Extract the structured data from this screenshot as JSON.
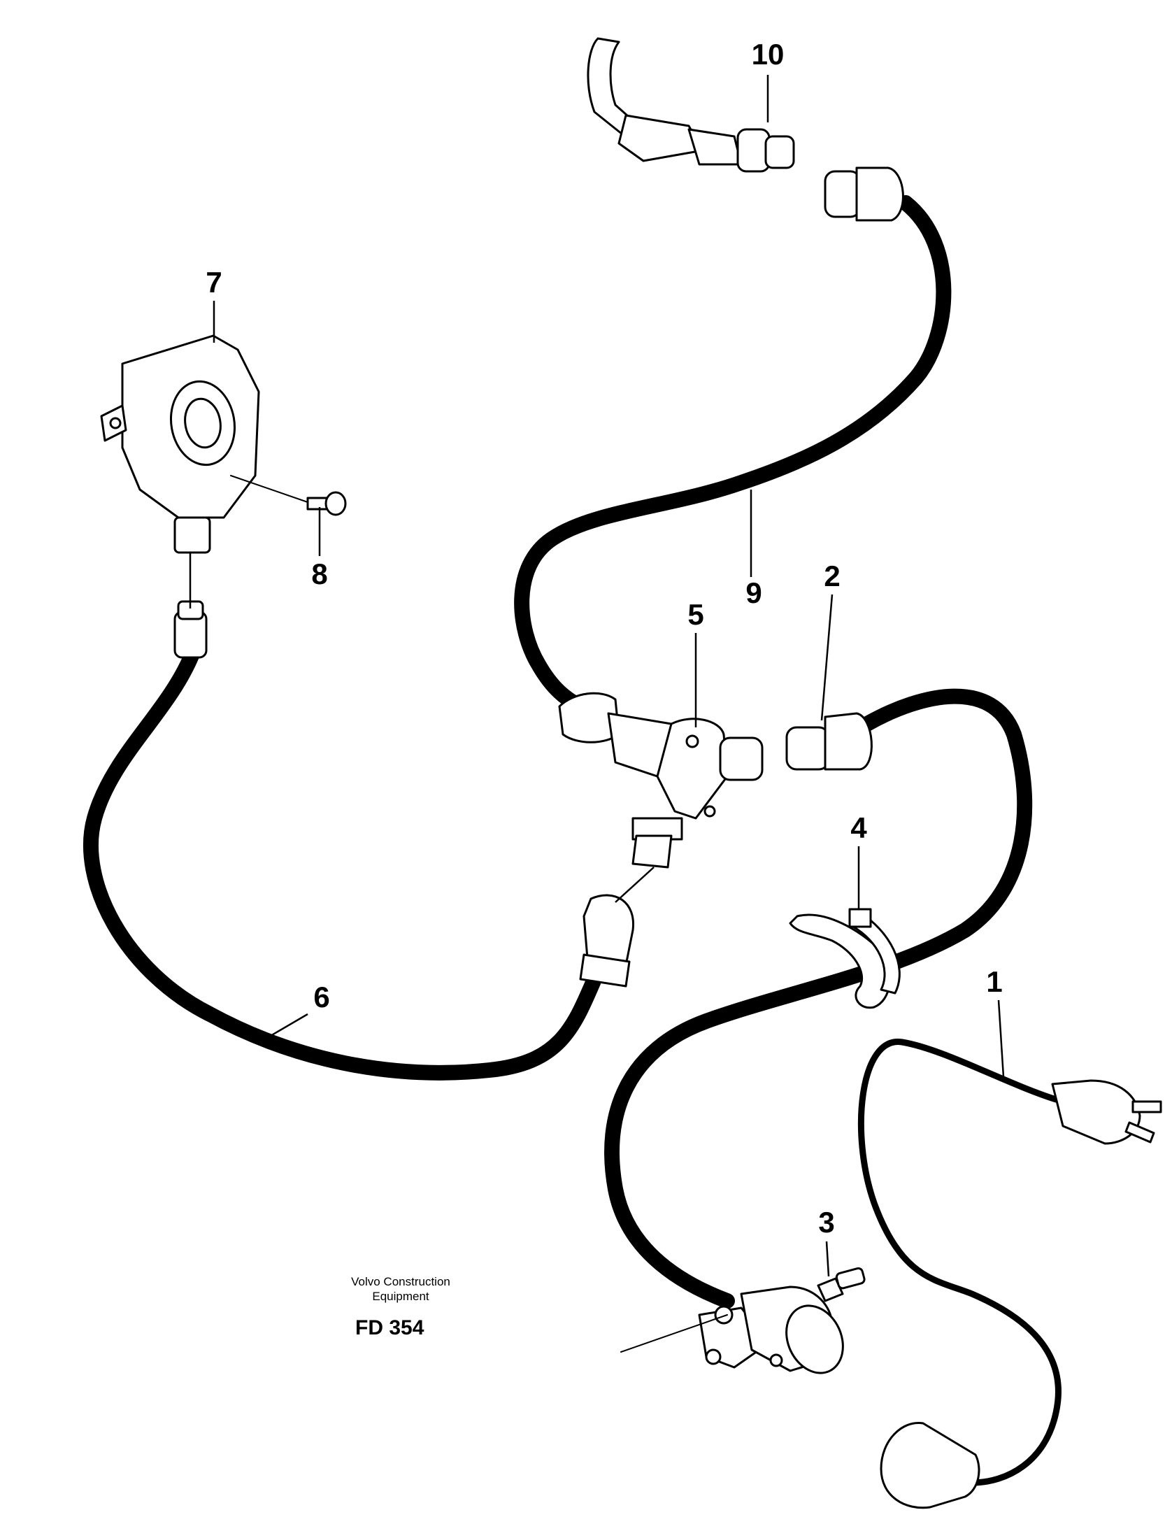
{
  "diagram": {
    "callouts": [
      {
        "id": "1",
        "label": "1"
      },
      {
        "id": "2",
        "label": "2"
      },
      {
        "id": "3",
        "label": "3"
      },
      {
        "id": "4",
        "label": "4"
      },
      {
        "id": "5",
        "label": "5"
      },
      {
        "id": "6",
        "label": "6"
      },
      {
        "id": "7",
        "label": "7"
      },
      {
        "id": "8",
        "label": "8"
      },
      {
        "id": "9",
        "label": "9"
      },
      {
        "id": "10",
        "label": "10"
      }
    ],
    "credit": {
      "line1": "Volvo Construction",
      "line2": "Equipment"
    },
    "code": "FD 354"
  }
}
